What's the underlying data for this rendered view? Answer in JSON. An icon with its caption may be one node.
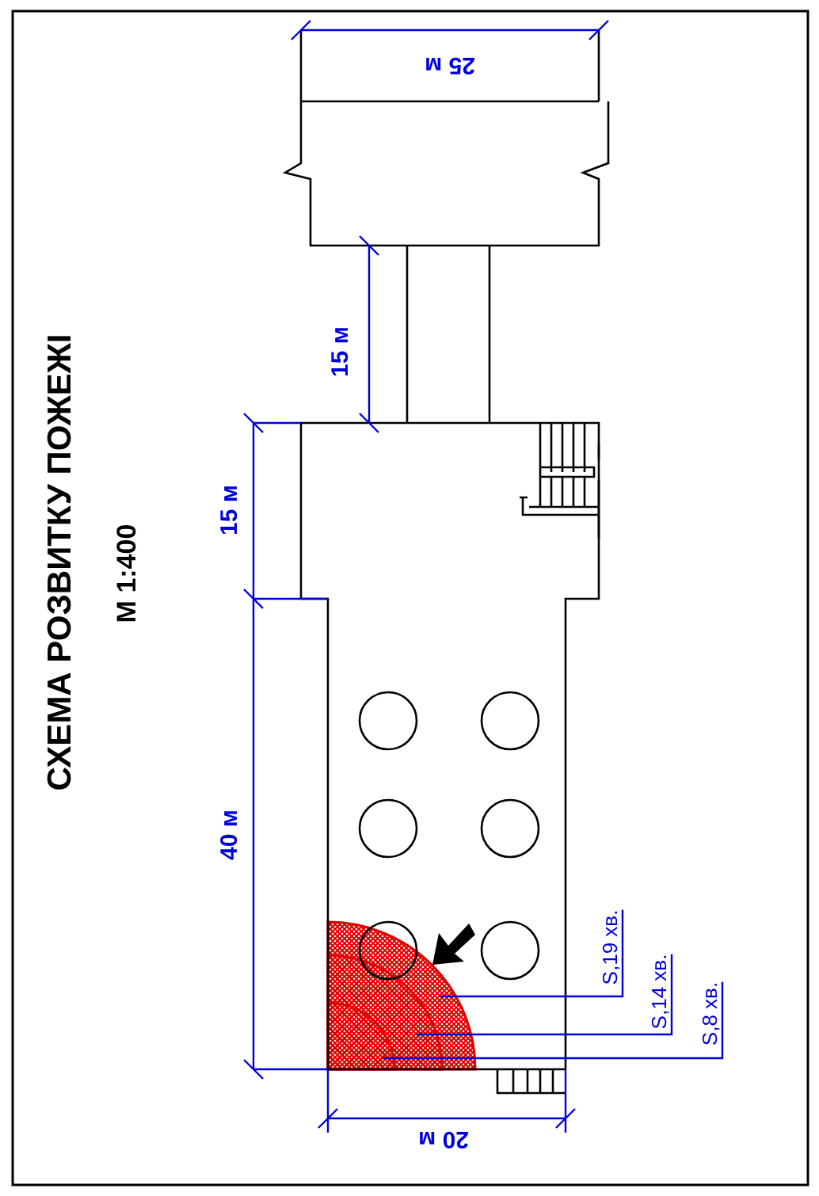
{
  "diagram": {
    "title": "СХЕМА РОЗВИТКУ ПОЖЕЖІ",
    "nodes": [
      {
        "text": [
          "S,19 хв."
        ]
      },
      {
        "text": [
          "S,14 хв."
        ]
      },
      {
        "text": [
          "S,8 хв."
        ]
      }
    ],
    "edges": [
      {
        "from": 0,
        "to": null,
        "arrow": "none"
      },
      {
        "from": 1,
        "to": null,
        "arrow": "none"
      },
      {
        "from": 2,
        "to": null,
        "arrow": "none"
      }
    ],
    "labels": [
      "М 1:400",
      "25 м",
      "15 м",
      "15 м",
      "40 м",
      "20 м"
    ]
  }
}
